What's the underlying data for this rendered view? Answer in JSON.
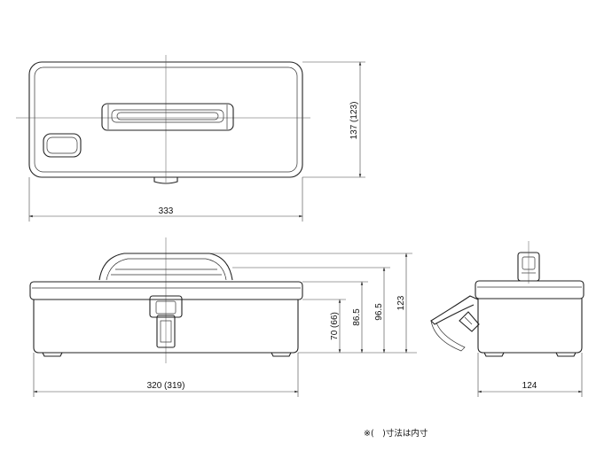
{
  "top_view": {
    "width_dim": "333",
    "height_dim": "137 (123)"
  },
  "front_view": {
    "length_dim": "320 (319)",
    "h1": "70 (66)",
    "h2": "86.5",
    "h3": "96.5",
    "h4": "123"
  },
  "side_view": {
    "depth_dim": "124"
  },
  "note": "※(　)寸法は内寸"
}
